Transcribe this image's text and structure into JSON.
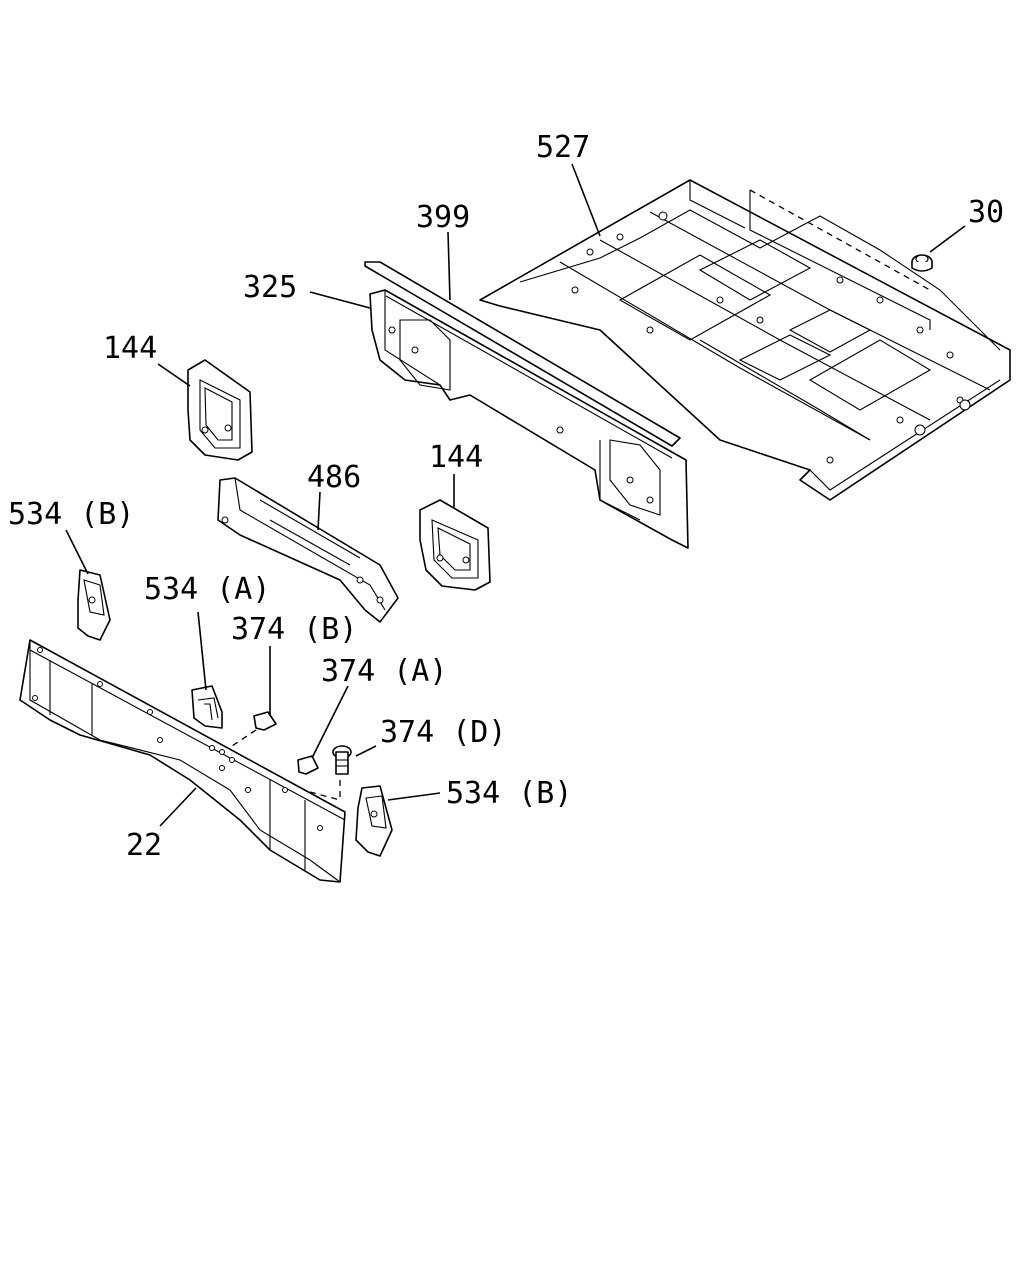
{
  "callouts": {
    "c527": "527",
    "c30": "30",
    "c399": "399",
    "c325": "325",
    "c144a": "144",
    "c144b": "144",
    "c486": "486",
    "c534b_left": "534 (B)",
    "c534a": "534 (A)",
    "c374b": "374 (B)",
    "c374a": "374 (A)",
    "c374d": "374 (D)",
    "c534b_right": "534 (B)",
    "c22": "22"
  }
}
